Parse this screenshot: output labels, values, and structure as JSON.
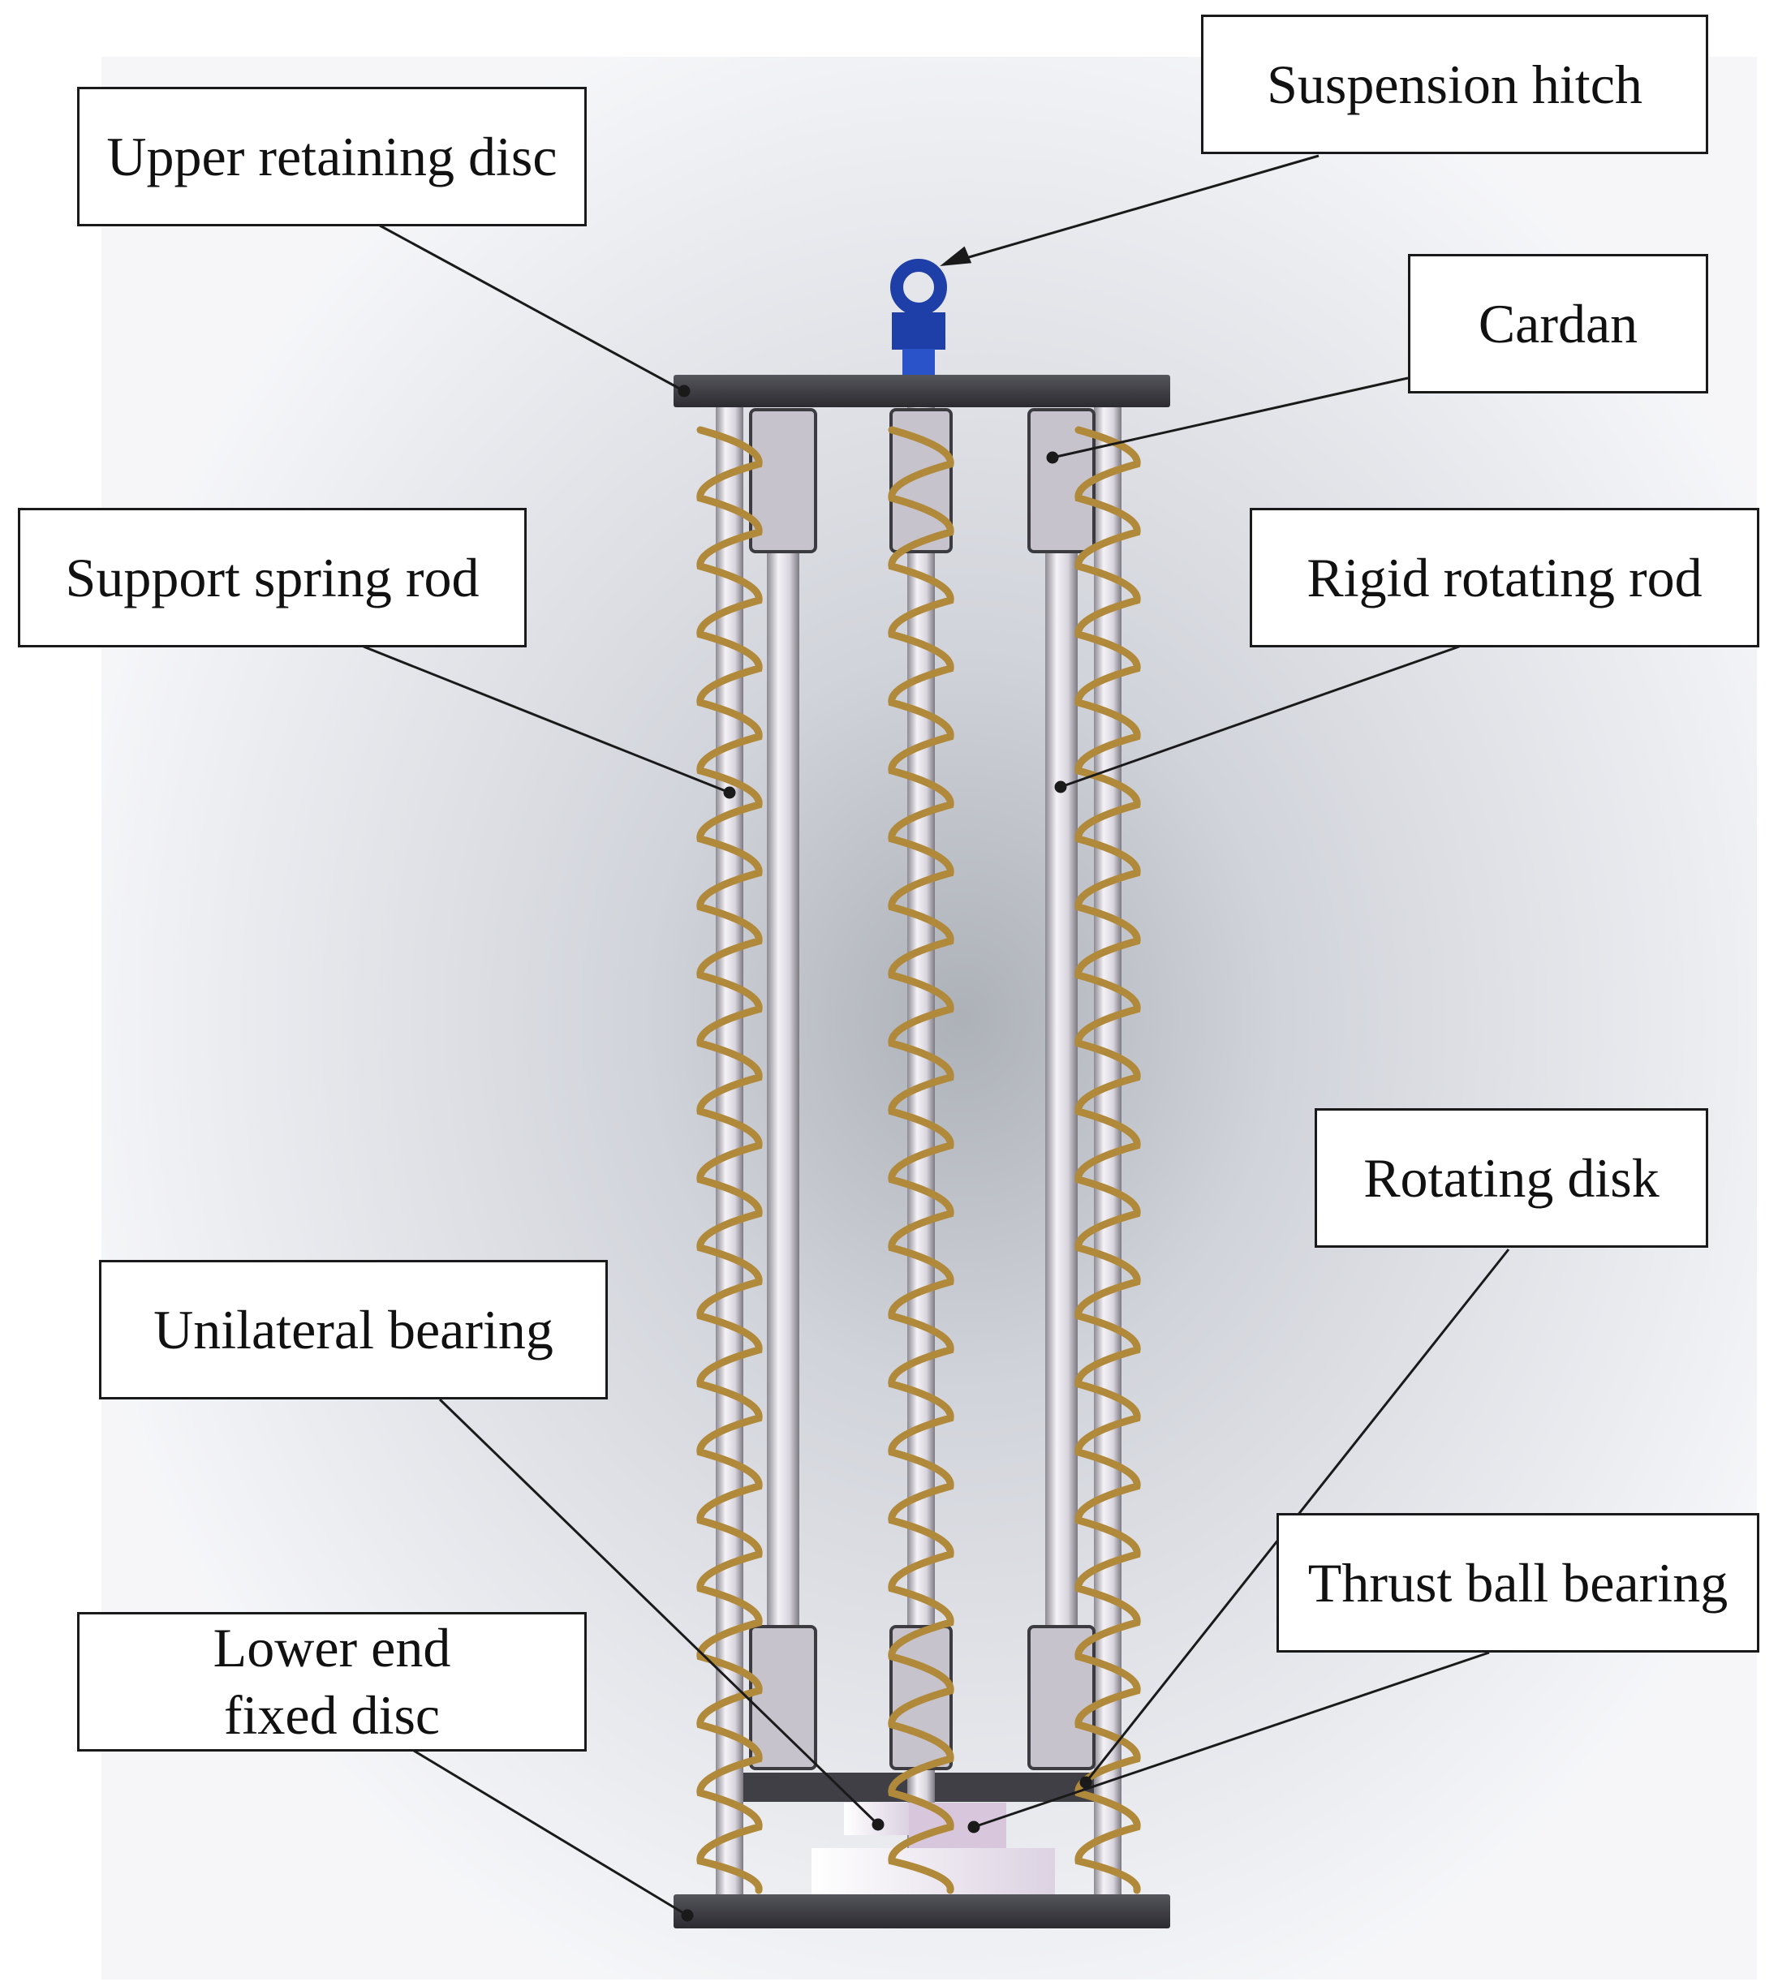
{
  "labels": {
    "suspension_hitch": "Suspension hitch",
    "upper_retaining_disc": "Upper retaining disc",
    "cardan": "Cardan",
    "support_spring_rod": "Support spring rod",
    "rigid_rotating_rod": "Rigid rotating rod",
    "rotating_disk": "Rotating disk",
    "unilateral_bearing": "Unilateral bearing",
    "thrust_ball_bearing": "Thrust ball bearing",
    "lower_end_fixed_disc": "Lower end fixed disc"
  },
  "colors": {
    "disc": "#3a3a40",
    "spring": "#b08a3a",
    "rod": "#e6e2ea",
    "hitch": "#1f3fa8",
    "leader": "#1a1a1a"
  }
}
